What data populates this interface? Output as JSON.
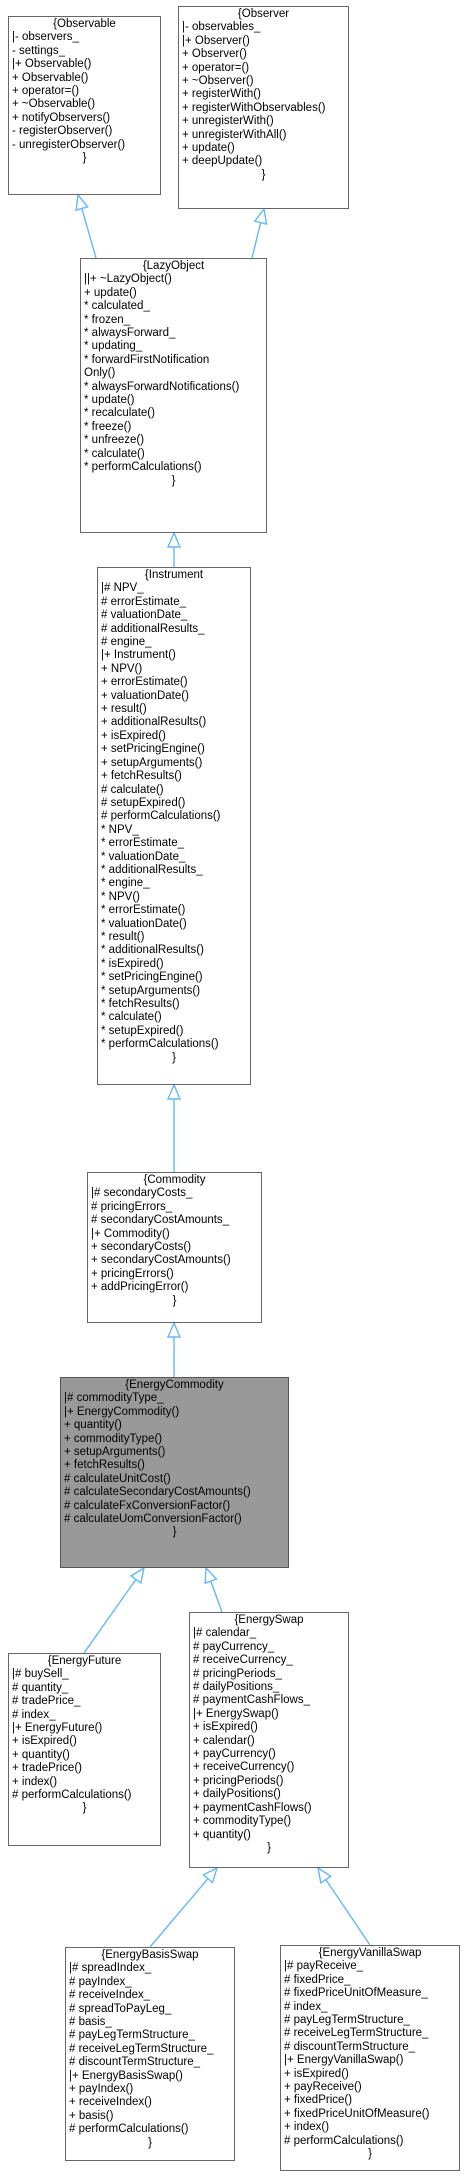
{
  "colors": {
    "edge": "#63b8ff",
    "focus_bg": "#999999",
    "box_border": "#666666"
  },
  "nodes": {
    "observable": {
      "title": "{Observable",
      "lines": [
        "|- observers_",
        "- settings_",
        "|+ Observable()",
        "+ Observable()",
        "+ operator=()",
        "+ ~Observable()",
        "+ notifyObservers()",
        "- registerObserver()",
        "- unregisterObserver()"
      ],
      "close": "}"
    },
    "observer": {
      "title": "{Observer",
      "lines": [
        "|- observables_",
        "|+ Observer()",
        "+ Observer()",
        "+ operator=()",
        "+ ~Observer()",
        "+ registerWith()",
        "+ registerWithObservables()",
        "+ unregisterWith()",
        "+ unregisterWithAll()",
        "+ update()",
        "+ deepUpdate()"
      ],
      "close": "}"
    },
    "lazyobject": {
      "title": "{LazyObject",
      "lines": [
        "||+ ~LazyObject()",
        "+ update()",
        "* calculated_",
        "* frozen_",
        "* alwaysForward_",
        "* updating_",
        "* forwardFirstNotification",
        "Only()",
        "* alwaysForwardNotifications()",
        "* update()",
        "* recalculate()",
        "* freeze()",
        "* unfreeze()",
        "* calculate()",
        "* performCalculations()"
      ],
      "close": "}"
    },
    "instrument": {
      "title": "{Instrument",
      "lines": [
        "|# NPV_",
        "# errorEstimate_",
        "# valuationDate_",
        "# additionalResults_",
        "# engine_",
        "|+ Instrument()",
        "+ NPV()",
        "+ errorEstimate()",
        "+ valuationDate()",
        "+ result()",
        "+ additionalResults()",
        "+ isExpired()",
        "+ setPricingEngine()",
        "+ setupArguments()",
        "+ fetchResults()",
        "# calculate()",
        "# setupExpired()",
        "# performCalculations()",
        "* NPV_",
        "* errorEstimate_",
        "* valuationDate_",
        "* additionalResults_",
        "* engine_",
        "* NPV()",
        "* errorEstimate()",
        "* valuationDate()",
        "* result()",
        "* additionalResults()",
        "* isExpired()",
        "* setPricingEngine()",
        "* setupArguments()",
        "* fetchResults()",
        "* calculate()",
        "* setupExpired()",
        "* performCalculations()"
      ],
      "close": "}"
    },
    "commodity": {
      "title": "{Commodity",
      "lines": [
        "|# secondaryCosts_",
        "# pricingErrors_",
        "# secondaryCostAmounts_",
        "|+ Commodity()",
        "+ secondaryCosts()",
        "+ secondaryCostAmounts()",
        "+ pricingErrors()",
        "+ addPricingError()"
      ],
      "close": "}"
    },
    "energycommodity": {
      "title": "{EnergyCommodity",
      "lines": [
        "|# commodityType_",
        "|+ EnergyCommodity()",
        "+ quantity()",
        "+ commodityType()",
        "+ setupArguments()",
        "+ fetchResults()",
        "# calculateUnitCost()",
        "# calculateSecondaryCostAmounts()",
        "# calculateFxConversionFactor()",
        "# calculateUomConversionFactor()"
      ],
      "close": "}"
    },
    "energyfuture": {
      "title": "{EnergyFuture",
      "lines": [
        "|# buySell_",
        "# quantity_",
        "# tradePrice_",
        "# index_",
        "|+ EnergyFuture()",
        "+ isExpired()",
        "+ quantity()",
        "+ tradePrice()",
        "+ index()",
        "# performCalculations()"
      ],
      "close": "}"
    },
    "energyswap": {
      "title": "{EnergySwap",
      "lines": [
        "|# calendar_",
        "# payCurrency_",
        "# receiveCurrency_",
        "# pricingPeriods_",
        "# dailyPositions_",
        "# paymentCashFlows_",
        "|+ EnergySwap()",
        "+ isExpired()",
        "+ calendar()",
        "+ payCurrency()",
        "+ receiveCurrency()",
        "+ pricingPeriods()",
        "+ dailyPositions()",
        "+ paymentCashFlows()",
        "+ commodityType()",
        "+ quantity()"
      ],
      "close": "}"
    },
    "energybasisswap": {
      "title": "{EnergyBasisSwap",
      "lines": [
        "|# spreadIndex_",
        "# payIndex_",
        "# receiveIndex_",
        "# spreadToPayLeg_",
        "# basis_",
        "# payLegTermStructure_",
        "# receiveLegTermStructure_",
        "# discountTermStructure_",
        "|+ EnergyBasisSwap()",
        "+ payIndex()",
        "+ receiveIndex()",
        "+ basis()",
        "# performCalculations()"
      ],
      "close": "}"
    },
    "energyvanillaswap": {
      "title": "{EnergyVanillaSwap",
      "lines": [
        "|# payReceive_",
        "# fixedPrice_",
        "# fixedPriceUnitOfMeasure_",
        "# index_",
        "# payLegTermStructure_",
        "# receiveLegTermStructure_",
        "# discountTermStructure_",
        "|+ EnergyVanillaSwap()",
        "+ isExpired()",
        "+ payReceive()",
        "+ fixedPrice()",
        "+ fixedPriceUnitOfMeasure()",
        "+ index()",
        "# performCalculations()"
      ],
      "close": "}"
    }
  }
}
